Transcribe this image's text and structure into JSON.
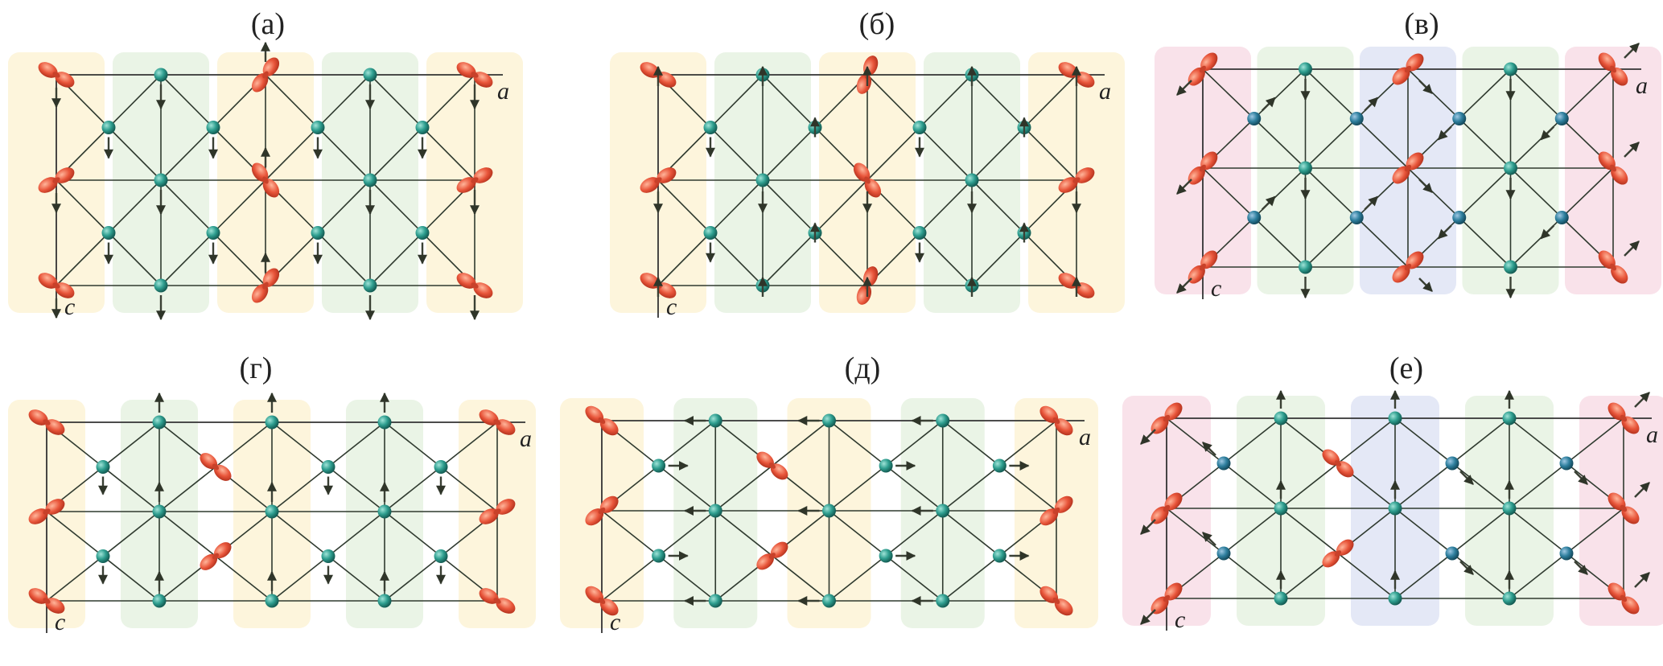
{
  "panels": [
    {
      "label": "(а)",
      "axis_a": "a",
      "axis_c": "c"
    },
    {
      "label": "(б)",
      "axis_a": "a",
      "axis_c": "c"
    },
    {
      "label": "(в)",
      "axis_a": "a",
      "axis_c": "c"
    },
    {
      "label": "(г)",
      "axis_a": "a",
      "axis_c": "c"
    },
    {
      "label": "(д)",
      "axis_a": "a",
      "axis_c": "c"
    },
    {
      "label": "(е)",
      "axis_a": "a",
      "axis_c": "c"
    }
  ],
  "colors": {
    "orbital": "#e8553a",
    "atom": "#2e9e8f",
    "band_yellow": "#fdf3d6",
    "band_green": "#e6f2e2",
    "band_pink": "#f8dde6",
    "band_blue": "#dfe4f4"
  }
}
